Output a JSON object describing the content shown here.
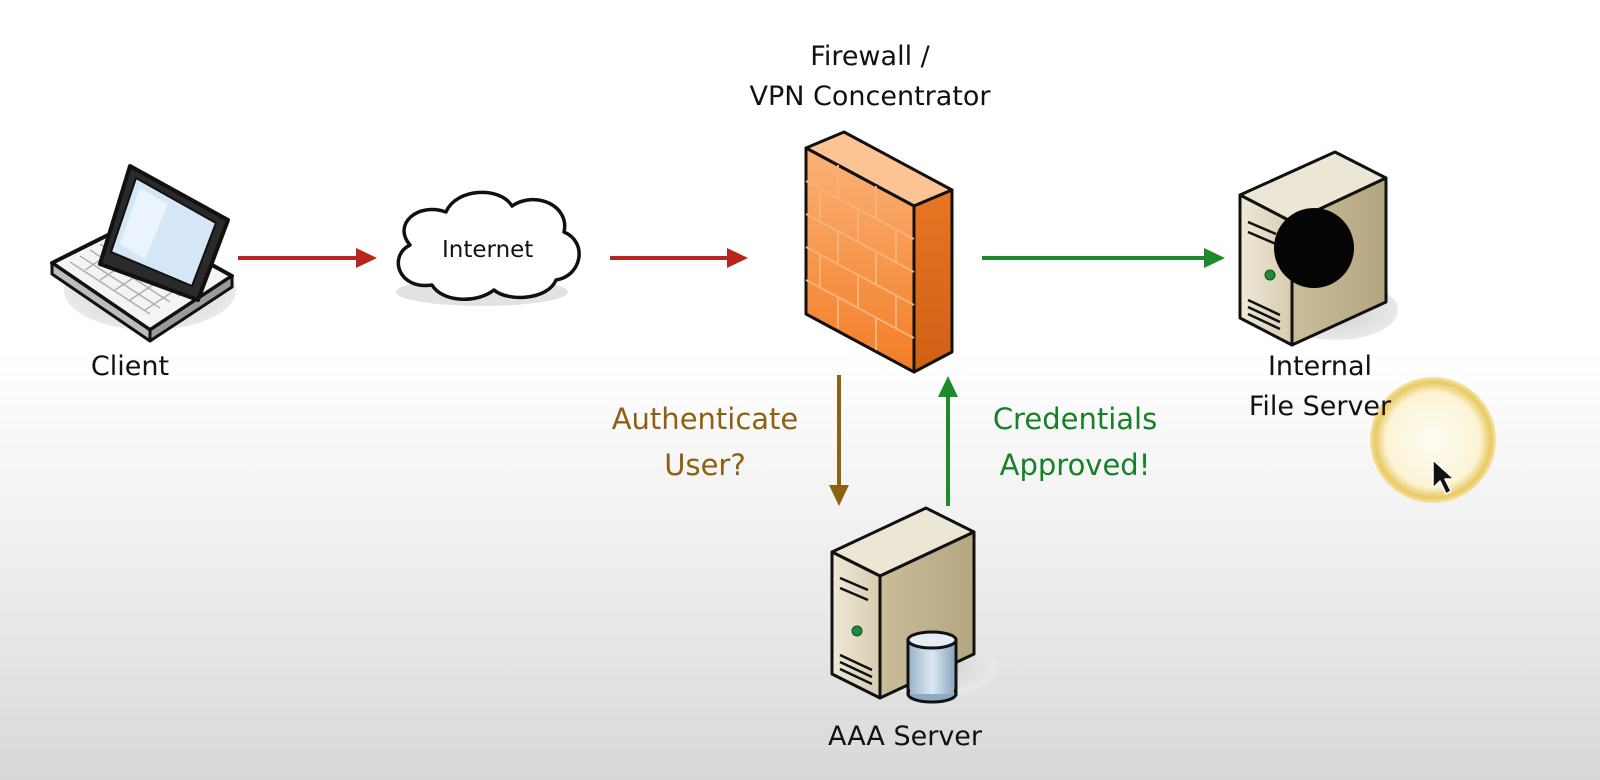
{
  "nodes": {
    "client": {
      "label": "Client",
      "icon": "laptop-icon"
    },
    "internet": {
      "label": "Internet",
      "icon": "cloud-icon"
    },
    "firewall": {
      "label_line1": "Firewall /",
      "label_line2": "VPN Concentrator",
      "icon": "firewall-icon"
    },
    "file_server": {
      "label_line1": "Internal",
      "label_line2": "File Server",
      "icon": "server-icon"
    },
    "aaa_server": {
      "label": "AAA Server",
      "icon": "database-server-icon"
    }
  },
  "flows": {
    "authenticate": {
      "line1": "Authenticate",
      "line2": "User?",
      "color": "#8e6112"
    },
    "approved": {
      "line1": "Credentials",
      "line2": "Approved!",
      "color": "#168126"
    }
  },
  "colors": {
    "red_arrow": "#b8251c",
    "green_arrow": "#1e8a2e",
    "brown_arrow": "#8e6112",
    "firewall_orange": "#f58a2e",
    "server_beige": "#d6ccb0"
  },
  "cursor": {
    "icon": "mouse-pointer-icon",
    "highlight": "cursor-highlight-icon"
  }
}
